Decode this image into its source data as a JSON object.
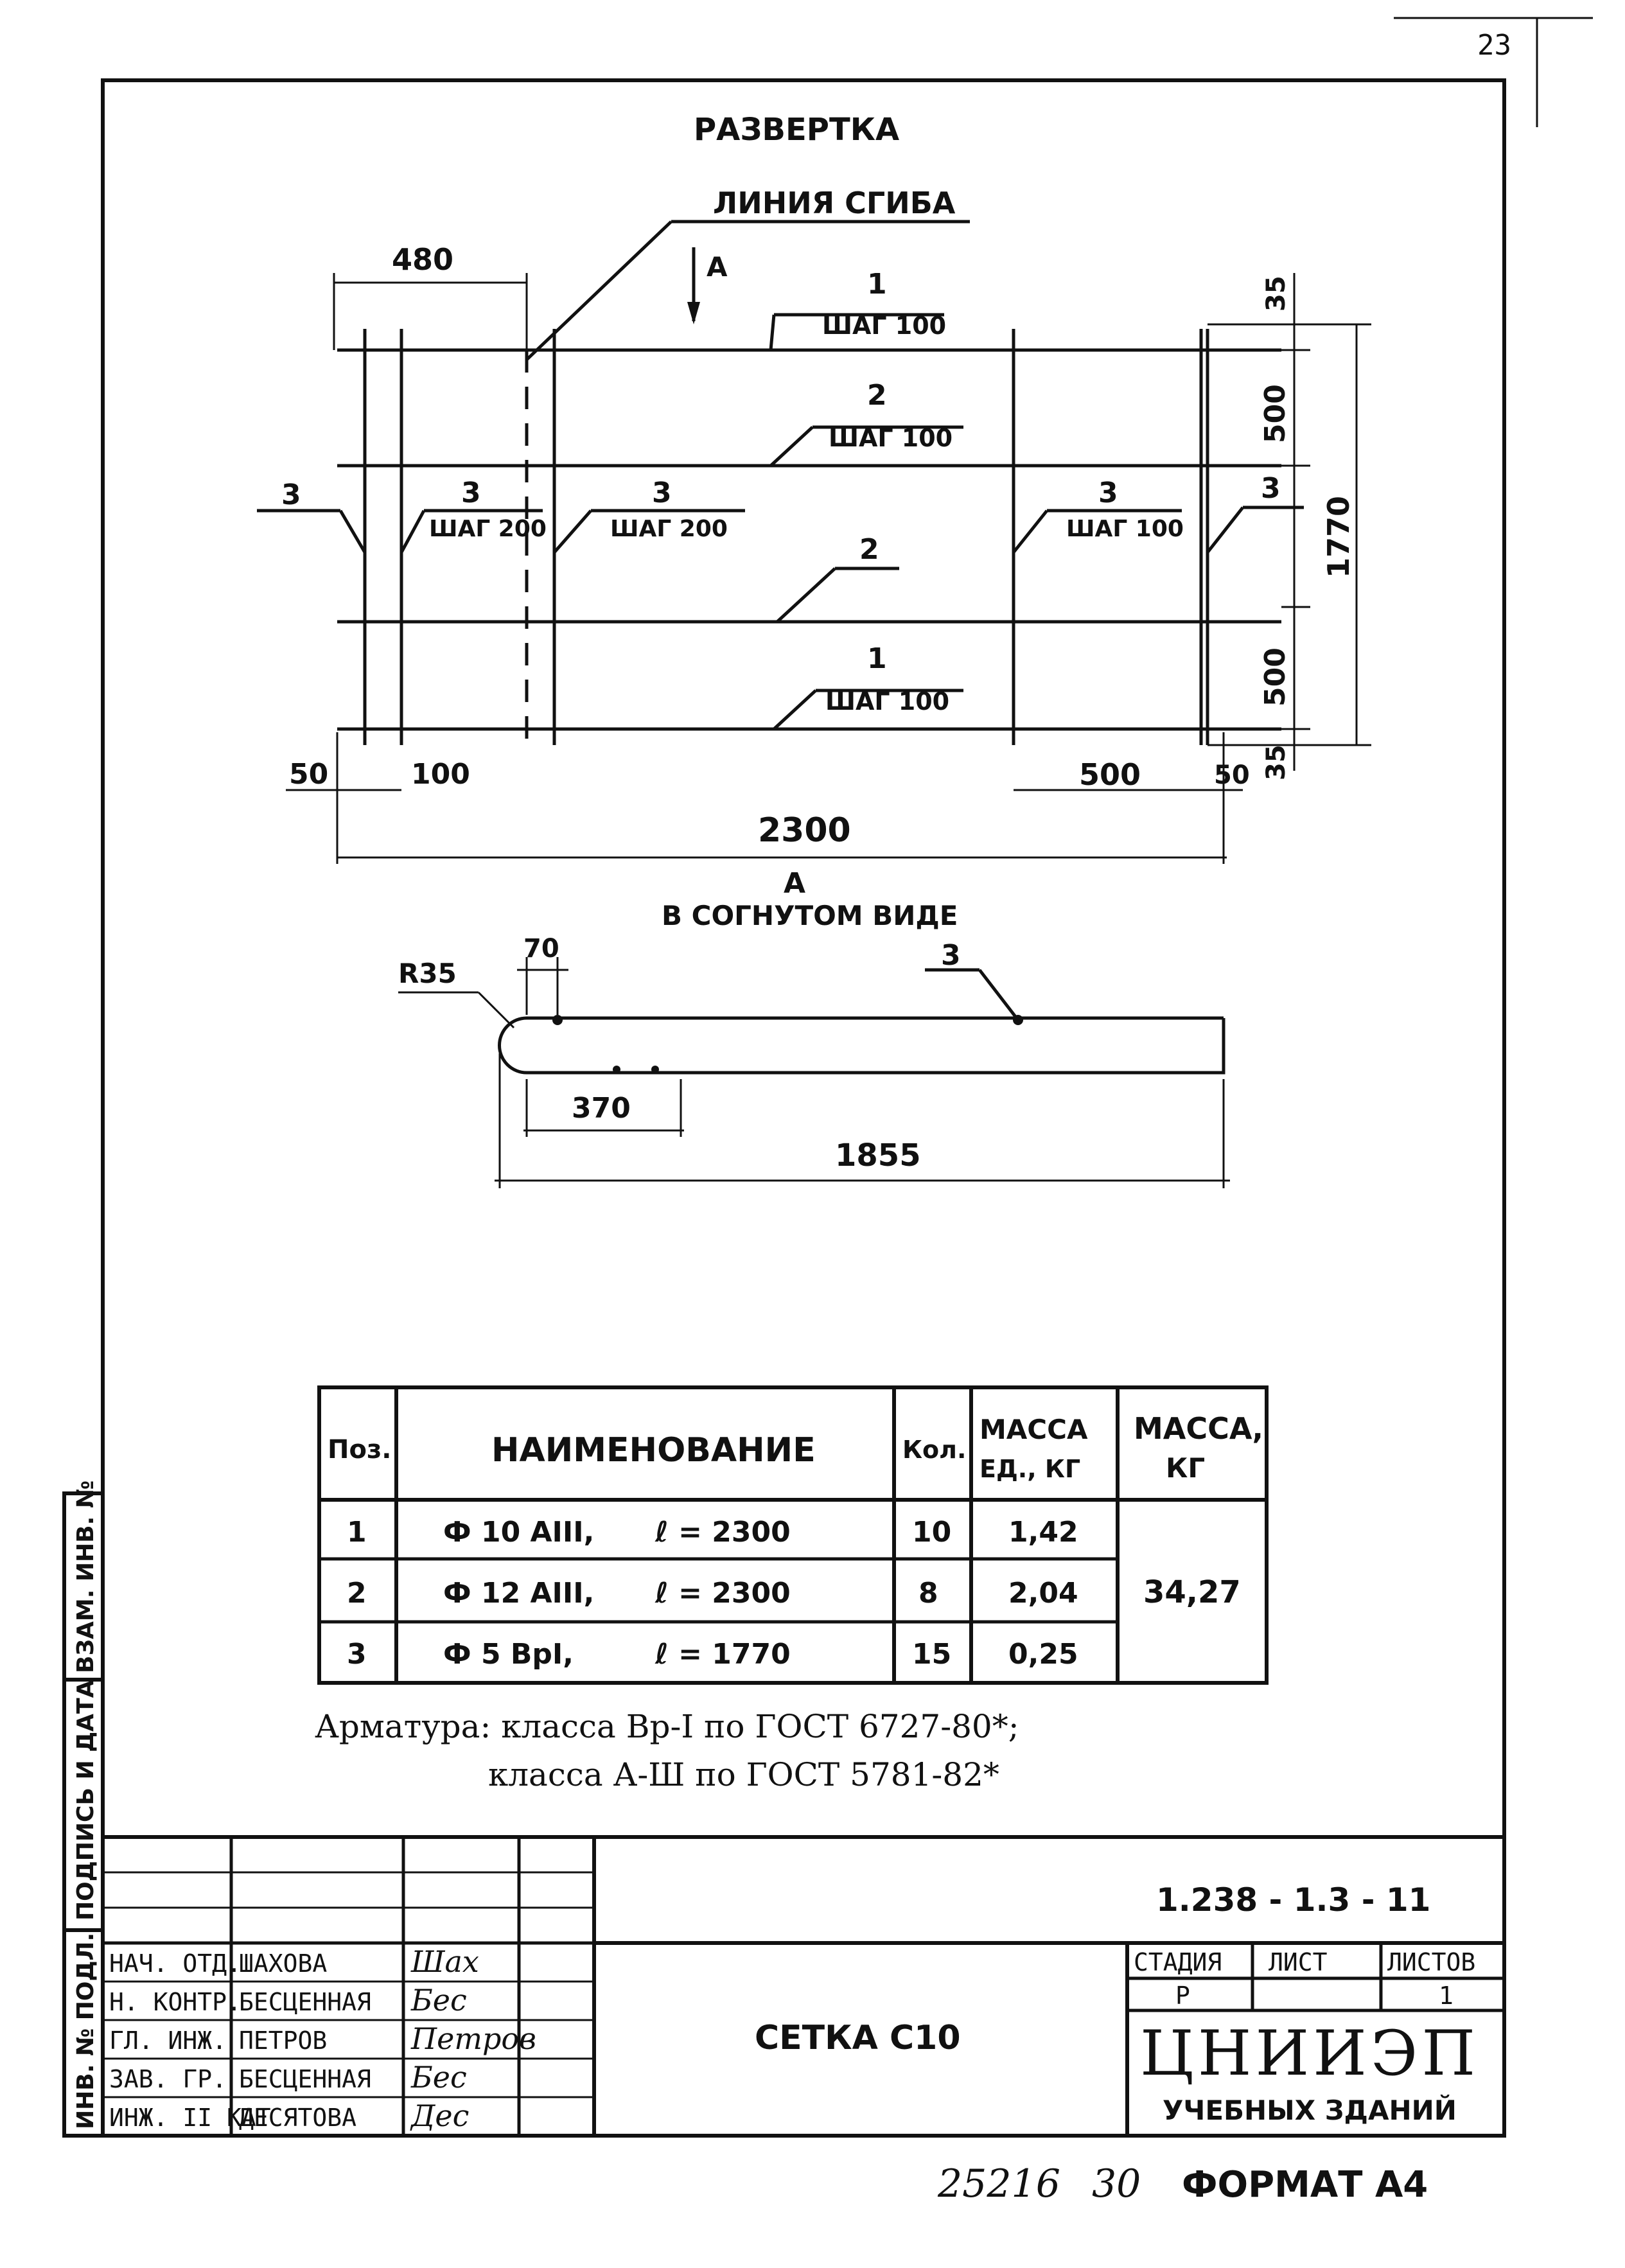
{
  "page_number": "23",
  "drawing": {
    "title": "РАЗВЕРТКА",
    "fold_line_label": "ЛИНИЯ СГИБА",
    "view_marker": "А",
    "dims": {
      "d480": "480",
      "d35_top": "35",
      "d500_top": "500",
      "d1770": "1770",
      "d500_bottom": "500",
      "d35_bottom": "35",
      "d50_left": "50",
      "d100": "100",
      "d500_right": "500",
      "d50_right": "50",
      "d2300": "2300"
    },
    "callouts": {
      "pos1_top": "1",
      "pos1_top_step": "ШАГ 100",
      "pos2_top": "2",
      "pos2_top_step": "ШАГ 100",
      "pos3_left": "3",
      "pos3_a": "3",
      "pos3_a_step": "ШАГ 200",
      "pos3_b": "3",
      "pos3_b_step": "ШАГ 200",
      "pos3_c": "3",
      "pos3_c_step": "ШАГ 100",
      "pos3_right": "3",
      "pos2_mid": "2",
      "pos1_bottom": "1",
      "pos1_bottom_step": "ШАГ 100"
    }
  },
  "bent_view": {
    "title_letter": "А",
    "title": "В СОГНУТОМ ВИДЕ",
    "radius": "R35",
    "d70": "70",
    "d370": "370",
    "d1855": "1855",
    "pos": "3"
  },
  "spec_table": {
    "headers": [
      "Поз.",
      "НАИМЕНОВАНИЕ",
      "Кол.",
      "МАССА ЕД., КГ",
      "МАССА, КГ"
    ],
    "rows": [
      {
        "pos": "1",
        "name": "Ф 10 АIII,",
        "length": "ℓ = 2300",
        "qty": "10",
        "unit_mass": "1,42"
      },
      {
        "pos": "2",
        "name": "Ф 12 АIII,",
        "length": "ℓ = 2300",
        "qty": "8",
        "unit_mass": "2,04"
      },
      {
        "pos": "3",
        "name": "Ф 5 ВрI,",
        "length": "ℓ = 1770",
        "qty": "15",
        "unit_mass": "0,25"
      }
    ],
    "total_mass": "34,27"
  },
  "notes": {
    "line1": "Арматура: класса Вр-I по ГОСТ 6727-80*;",
    "line2": "класса А-Ш по ГОСТ 5781-82*"
  },
  "side_stamp": {
    "inv_zam": "ВЗАМ. ИНВ. №",
    "sign_date": "ПОДПИСЬ И ДАТА",
    "inv_podl": "ИНВ. № ПОДЛ."
  },
  "title_block": {
    "doc_number": "1.238 - 1.3 - 11",
    "sheet_title": "СЕТКА С10",
    "roles": [
      {
        "role": "НАЧ. ОТД.",
        "name": "ШАХОВА",
        "signature": "Шах"
      },
      {
        "role": "Н. КОНТР.",
        "name": "БЕСЦЕННАЯ",
        "signature": "Бес"
      },
      {
        "role": "ГЛ. ИНЖ.",
        "name": "ПЕТРОВ",
        "signature": "Петров"
      },
      {
        "role": "ЗАВ. ГР.",
        "name": "БЕСЦЕННАЯ",
        "signature": "Бес"
      },
      {
        "role": "ИНЖ. II КАТ",
        "name": "ДЕСЯТОВА",
        "signature": "Дес"
      }
    ],
    "stage_label": "СТАДИЯ",
    "sheet_label": "ЛИСТ",
    "sheets_label": "ЛИСТОВ",
    "stage": "Р",
    "sheet": "",
    "sheets": "1",
    "org_name": "ЦНИИЭП",
    "org_sub": "УЧЕБНЫХ ЗДАНИЙ"
  },
  "footer": {
    "number": "25216",
    "sub": "30",
    "format": "ФОРМАТ А4"
  }
}
